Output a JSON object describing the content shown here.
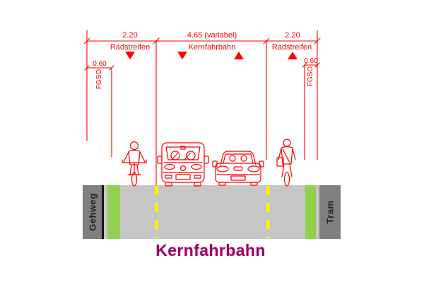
{
  "title": "Kernfahrbahn",
  "dimension_bar": {
    "segments": [
      {
        "value": "2.20",
        "label": "Radstreifen",
        "arrows": [
          "down"
        ]
      },
      {
        "value": "4.65 (variabel)",
        "label": "Kernfahrbahn",
        "arrows": [
          "down",
          "up"
        ]
      },
      {
        "value": "2.20",
        "label": "Radstreifen",
        "arrows": [
          "up"
        ]
      }
    ],
    "sub_dimensions": [
      {
        "value": "0.60",
        "label": "FGSO"
      },
      {
        "value": "0.60",
        "label": "FGSO"
      }
    ]
  },
  "cross_section": {
    "left_block_label": "Gehweg",
    "right_block_label": "Tram"
  },
  "vehicles": [
    "cyclist-front",
    "van-front",
    "car-front",
    "cyclist-rear"
  ],
  "colors": {
    "red": "#fb0000",
    "road": "#c6c6c6",
    "block_gray": "#7f7f7f",
    "green": "#92d050",
    "lane_yellow": "#ffee00",
    "title_magenta": "#990066",
    "label_dark": "#1f1f1f"
  }
}
